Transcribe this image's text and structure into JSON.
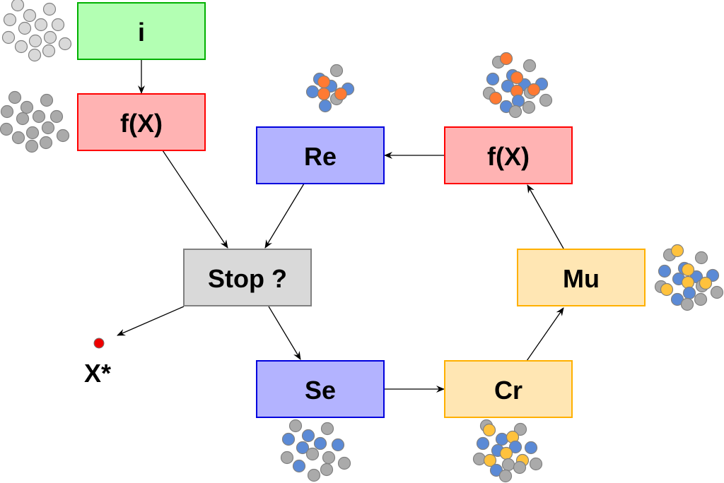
{
  "nodes": {
    "init": {
      "label": "i"
    },
    "eval_left": {
      "label": "f(X)"
    },
    "replace": {
      "label": "Re"
    },
    "eval_right": {
      "label": "f(X)"
    },
    "stop": {
      "label": "Stop ?"
    },
    "mutate": {
      "label": "Mu"
    },
    "select": {
      "label": "Se"
    },
    "crossover": {
      "label": "Cr"
    }
  },
  "result": {
    "label": "X*"
  },
  "colors": {
    "green_fill": "#b3ffb3",
    "green_stroke": "#00b000",
    "red_fill": "#ffb3b3",
    "red_stroke": "#ff0000",
    "blue_fill": "#b3b3ff",
    "blue_stroke": "#0000dd",
    "gray_fill": "#d9d9d9",
    "gray_stroke": "#808080",
    "orange_fill": "#ffe6b3",
    "orange_stroke": "#ffb000",
    "dot_light": "#d9d9d9",
    "dot_gray": "#aaaaaa",
    "dot_blue": "#5b8ad6",
    "dot_orange": "#ff7a33",
    "dot_yellow": "#ffc23d",
    "result_dot": "#ee0000"
  }
}
